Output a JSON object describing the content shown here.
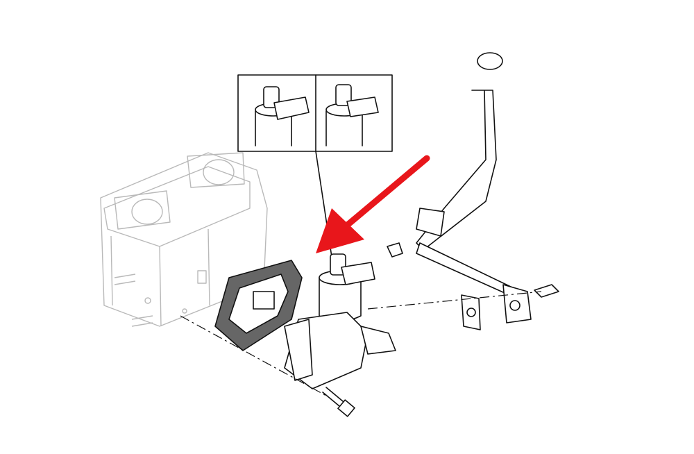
{
  "diagram": {
    "colors": {
      "highlight_arrow": "#e8161b",
      "line": "#111111",
      "background_part": "#b9b9b9"
    },
    "parts": [
      "cylinder-head",
      "gasket",
      "egr-valve",
      "egr-pipe",
      "pipe-gasket",
      "bolt",
      "inset-connector-variants"
    ]
  }
}
